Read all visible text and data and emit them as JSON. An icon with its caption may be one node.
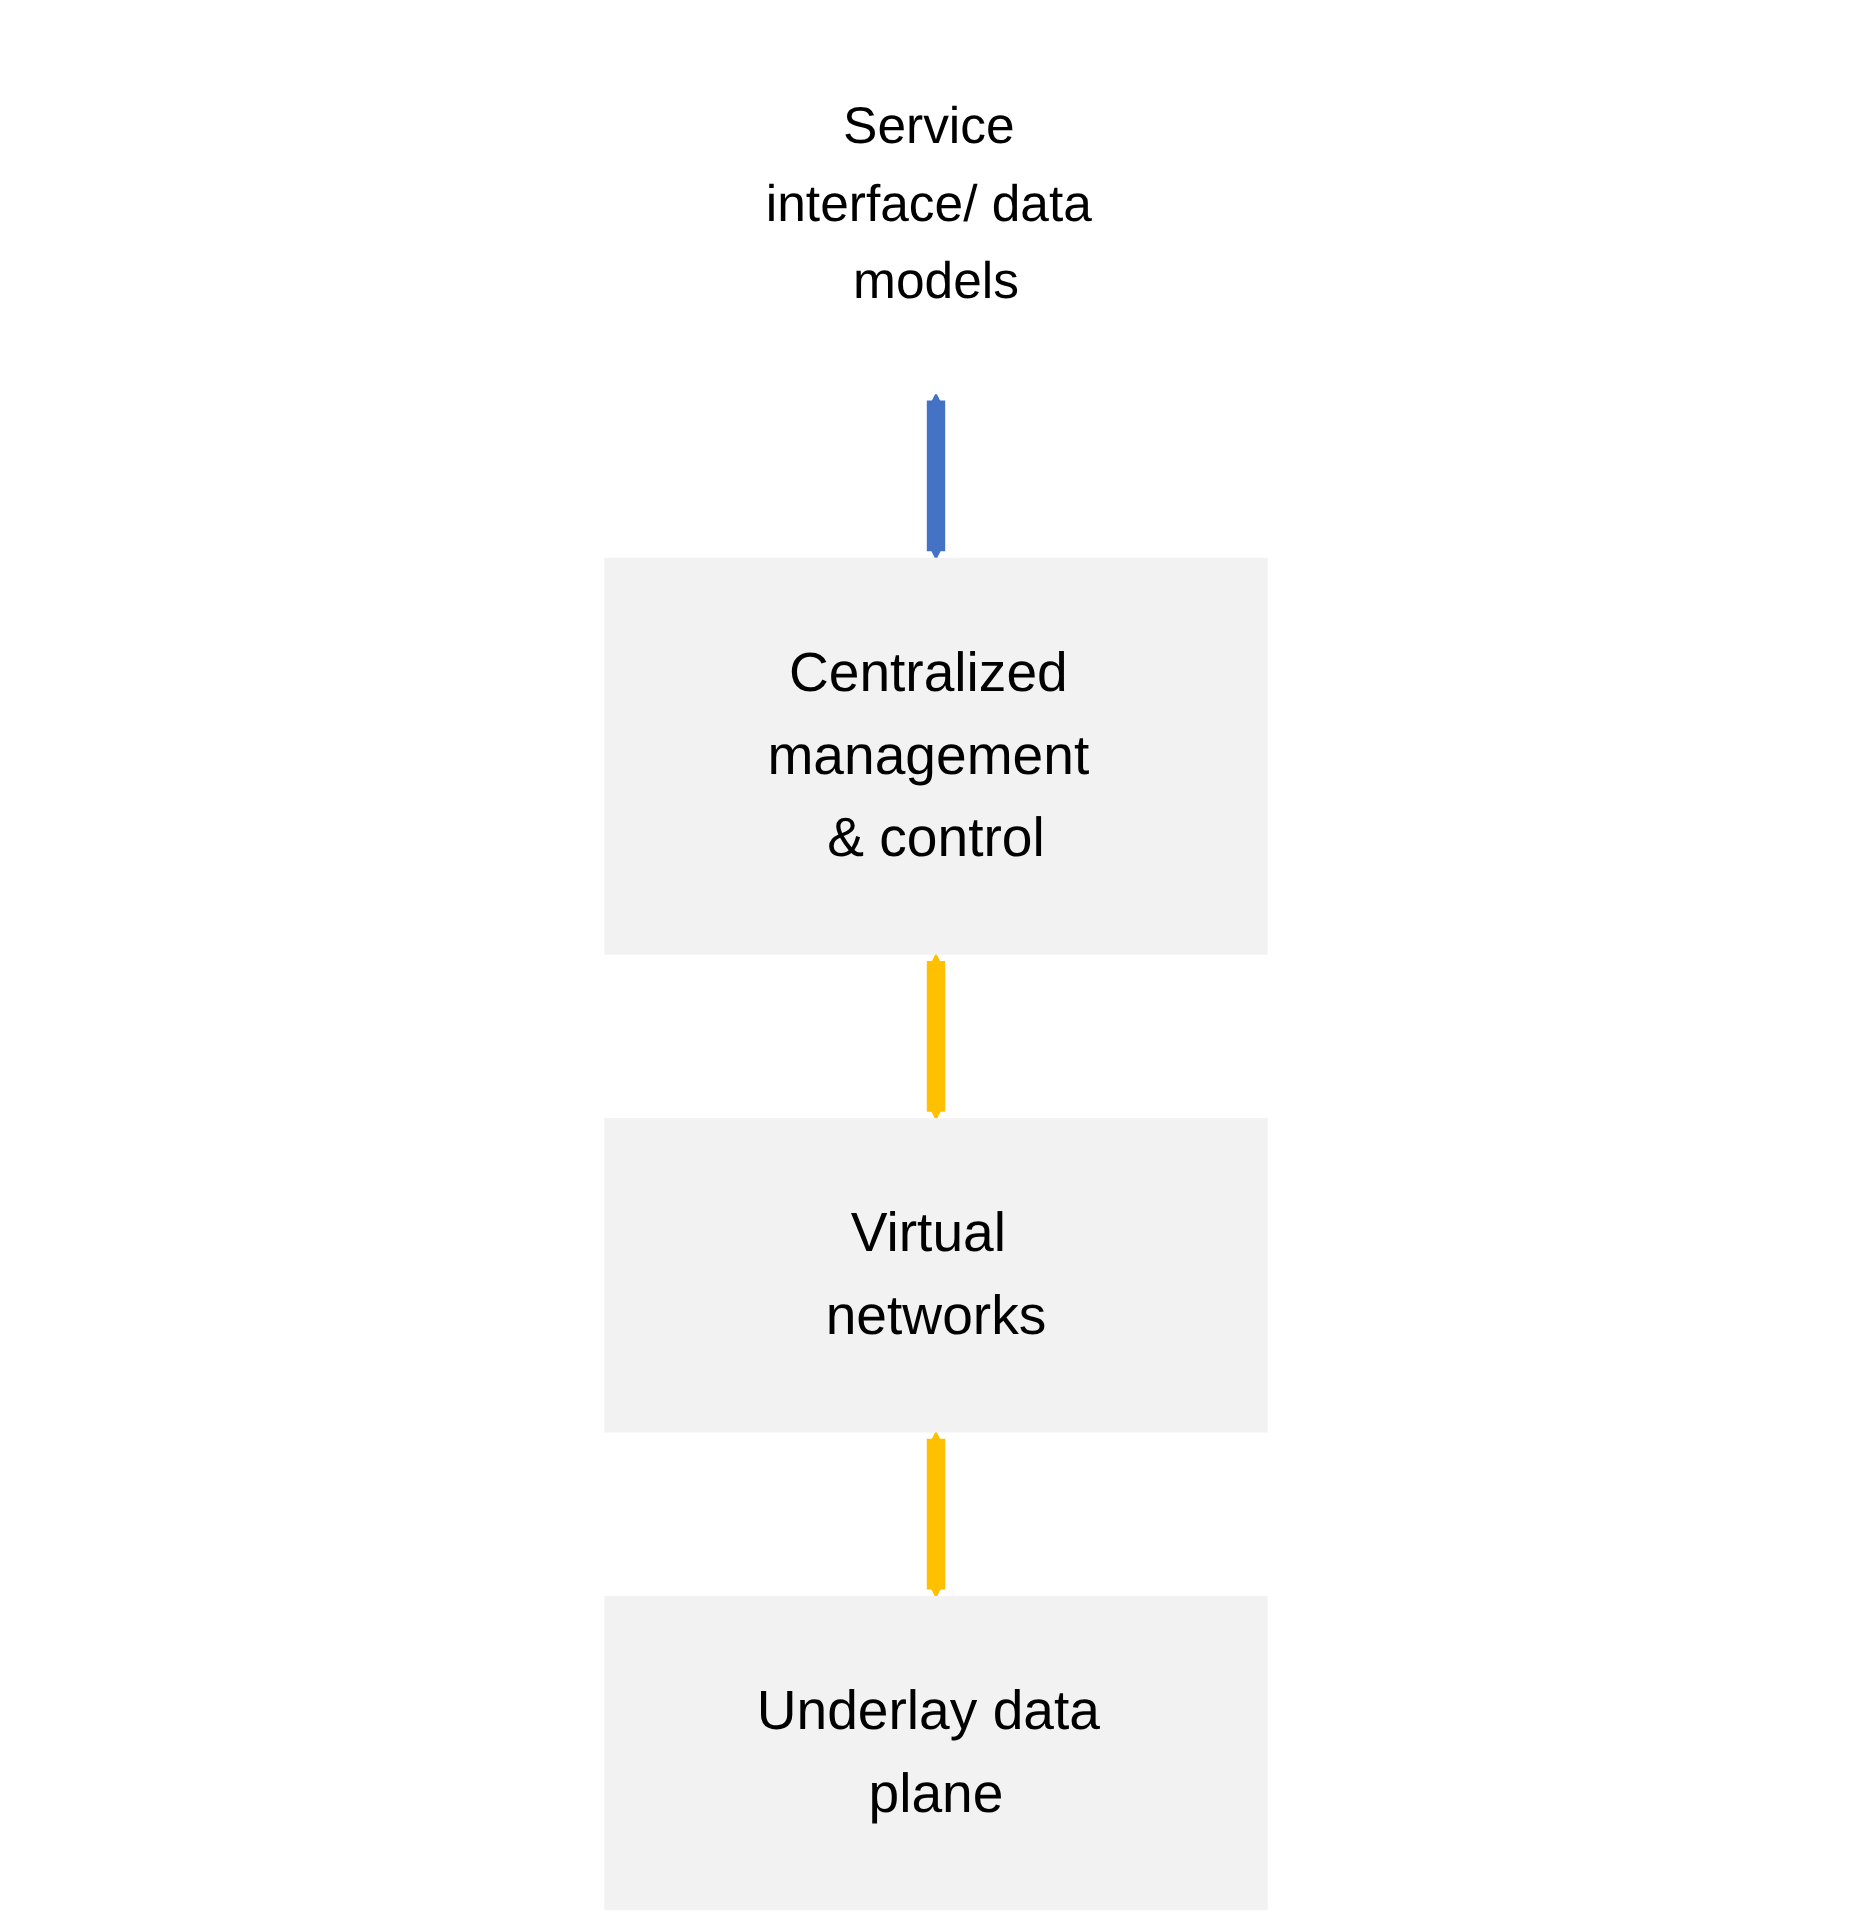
{
  "diagram": {
    "nodes": [
      {
        "text": [
          "Service interface/ data models"
        ]
      },
      {
        "text": [
          "Centralized management & control"
        ]
      },
      {
        "text": [
          "Virtual networks"
        ]
      },
      {
        "text": [
          "Underlay data plane"
        ]
      }
    ],
    "edges": [
      {
        "from": 0,
        "to": 1,
        "arrow": "both",
        "color": "#4472c4"
      },
      {
        "from": 1,
        "to": 2,
        "arrow": "both"
      },
      {
        "from": 2,
        "to": 3,
        "arrow": "both"
      }
    ]
  }
}
